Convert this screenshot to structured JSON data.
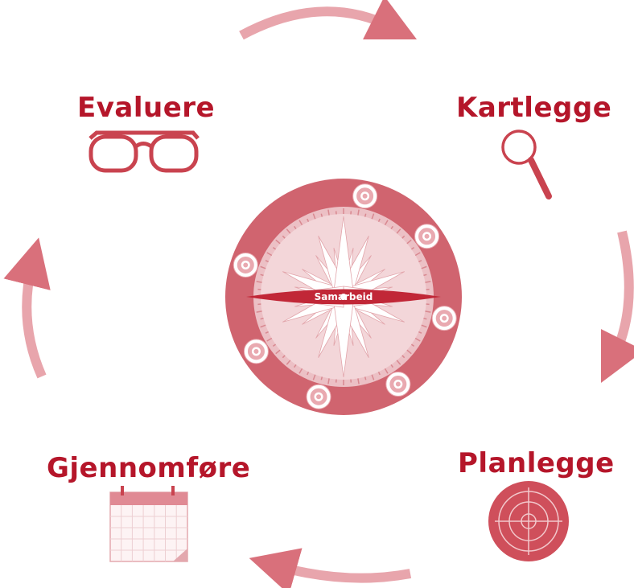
{
  "diagram": {
    "accent_color": "#b5162a",
    "cycle": [
      {
        "label": "Kartlegge",
        "icon": "magnifier-icon"
      },
      {
        "label": "Planlegge",
        "icon": "target-icon"
      },
      {
        "label": "Gjennomføre",
        "icon": "calendar-icon"
      },
      {
        "label": "Evaluere",
        "icon": "glasses-icon"
      }
    ],
    "center": {
      "label": "Samarbeid",
      "icon": "compass-rose-icon"
    }
  }
}
